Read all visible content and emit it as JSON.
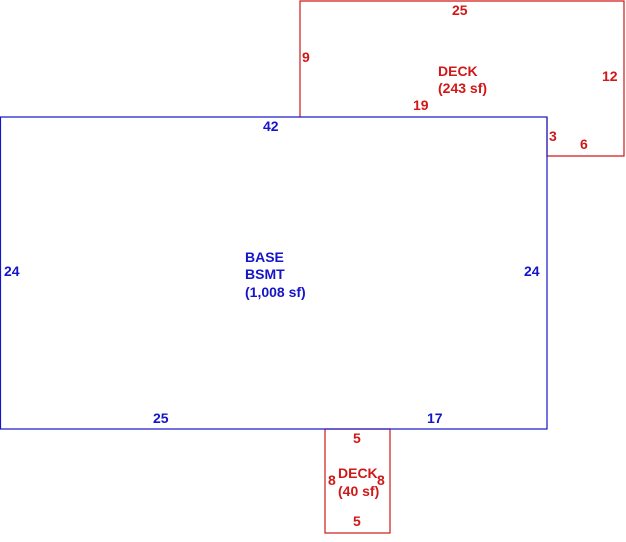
{
  "colors": {
    "base": "#1515c8",
    "deck": "#d01818"
  },
  "base": {
    "name_line1": "BASE",
    "name_line2": "BSMT",
    "area": "(1,008 sf)",
    "dims": {
      "top": "42",
      "left": "24",
      "right": "24",
      "bottom_left": "25",
      "bottom_right": "17"
    }
  },
  "deck_top": {
    "name": "DECK",
    "area": "(243 sf)",
    "dims": {
      "top": "25",
      "left": "9",
      "right": "12",
      "bottom": "19",
      "step_side": "3",
      "step_bottom": "6"
    }
  },
  "deck_bottom": {
    "name": "DECK",
    "area": "(40 sf)",
    "dims": {
      "top": "5",
      "left": "8",
      "right": "8",
      "bottom": "5"
    }
  }
}
